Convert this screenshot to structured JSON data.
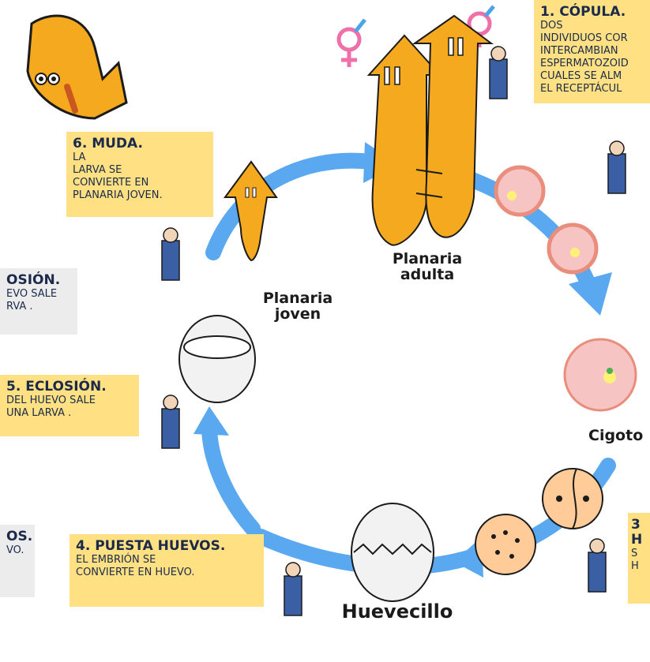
{
  "steps": [
    {
      "title": "1. CÓPULA.",
      "lines": [
        "Dos",
        "individuos cor",
        "intercambian",
        "espermatozoid",
        "cuales se alm",
        "el receptácul"
      ]
    },
    {
      "title": "6. MUDA.",
      "lines": [
        "La",
        "larva se",
        "convierte en",
        "planaria joven."
      ]
    },
    {
      "title": "osión.",
      "lines": [
        "evo sale",
        "rva ."
      ]
    },
    {
      "title": "5. ECLOSIÓN.",
      "lines": [
        "Del huevo sale",
        "una larva ."
      ]
    },
    {
      "title": "OS.",
      "lines": [
        "vo."
      ]
    },
    {
      "title": "4. PUESTA HUEVOS.",
      "lines": [
        "El embrión se",
        "convierte en huevo."
      ]
    },
    {
      "title": "3",
      "lines": [
        "H",
        "S",
        "H"
      ]
    }
  ],
  "labels": {
    "adult": [
      "Planaria",
      "adulta"
    ],
    "young": [
      "Planaria",
      "joven"
    ],
    "zygote": "Cigoto",
    "egg": "Huevecillo"
  },
  "colors": {
    "arrow": "#5aa9f0",
    "planaria": "#f5a91e",
    "box": "#ffe082",
    "grey_box": "#ececec"
  }
}
